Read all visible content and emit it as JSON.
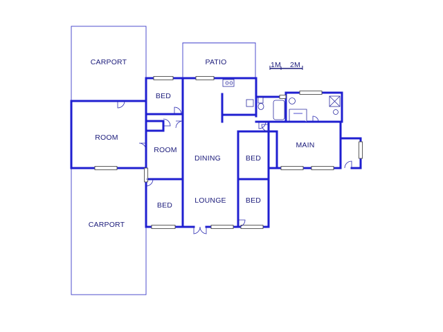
{
  "colors": {
    "wall": "#1f1fd0",
    "outline": "#3a3ac8",
    "text": "#1a1a7a",
    "background": "#ffffff"
  },
  "scale_bar": {
    "label_1": "1M",
    "label_2": "2M"
  },
  "rooms": {
    "carport_top": "CARPORT",
    "patio": "PATIO",
    "bed_top": "BED",
    "room_left": "ROOM",
    "room_center": "ROOM",
    "dining": "DINING",
    "bed_mid_right": "BED",
    "main": "MAIN",
    "bed_bottom_left": "BED",
    "lounge": "LOUNGE",
    "bed_bottom_right": "BED",
    "carport_bottom": "CARPORT"
  }
}
